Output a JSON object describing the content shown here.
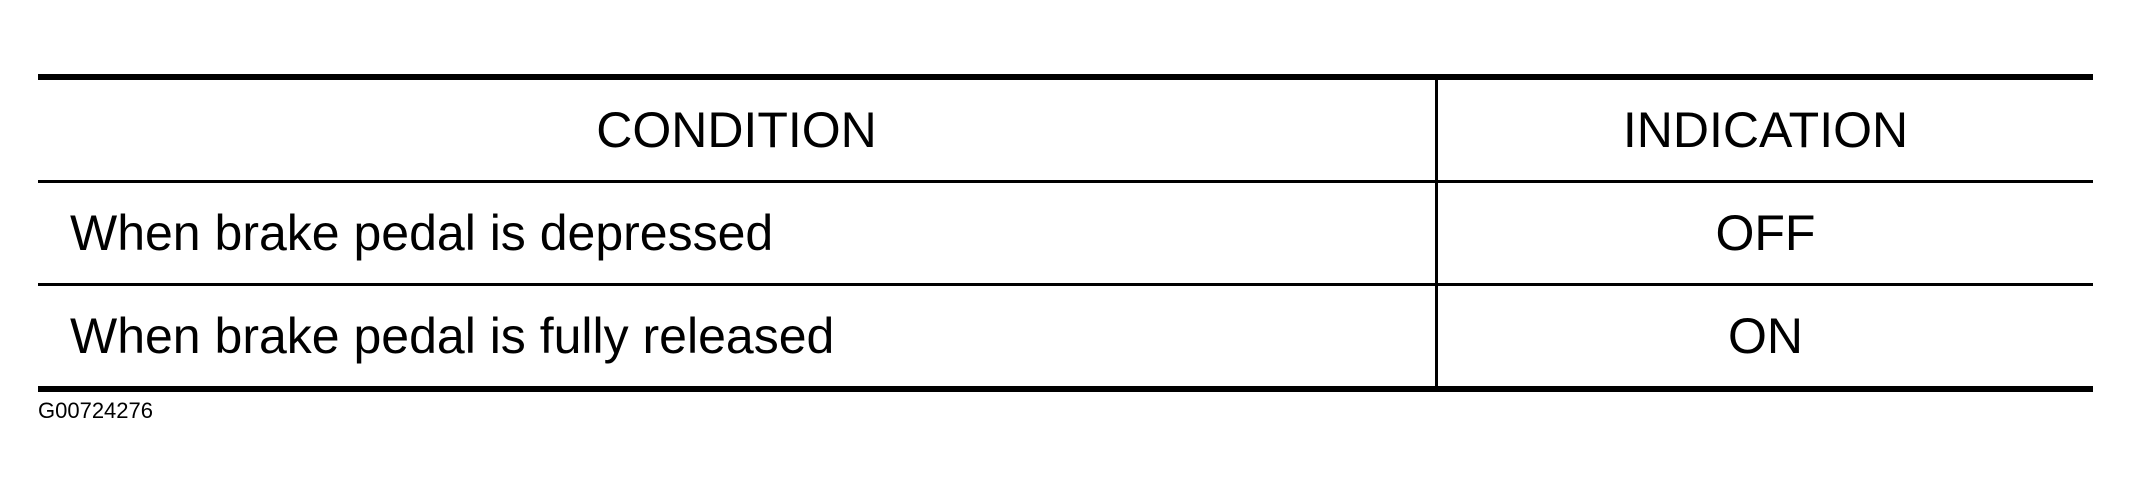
{
  "table": {
    "headers": {
      "condition": "CONDITION",
      "indication": "INDICATION"
    },
    "rows": [
      {
        "condition": "When brake pedal is depressed",
        "indication": "OFF"
      },
      {
        "condition": "When brake pedal is fully released",
        "indication": "ON"
      }
    ]
  },
  "figure_id": "G00724276"
}
